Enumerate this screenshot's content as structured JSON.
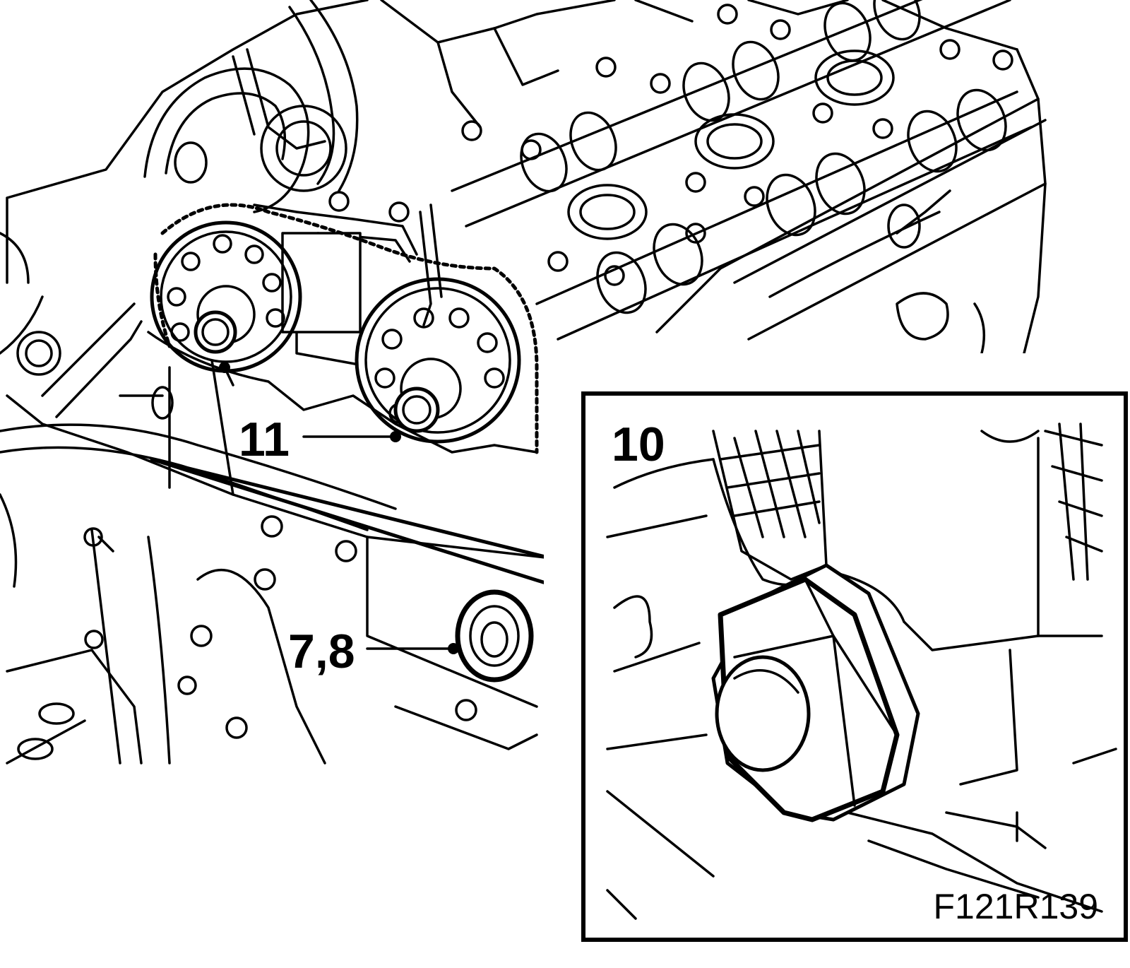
{
  "callouts": {
    "sprocket_bolts": {
      "label": "11",
      "component_icon": "sprocket-bolt-icon"
    },
    "seal_plug": {
      "label": "7,8",
      "component_icon": "seal-plug-icon"
    },
    "inset_bolt": {
      "label": "10",
      "component_icon": "hex-bolt-icon"
    }
  },
  "figure_code": "F121R139",
  "colors": {
    "ink": "#000000",
    "paper": "#ffffff"
  }
}
